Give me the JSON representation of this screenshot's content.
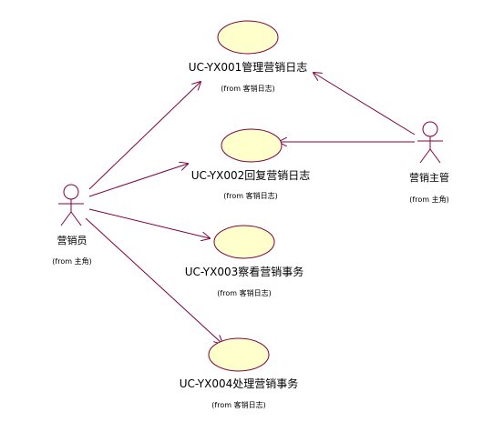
{
  "diagram": {
    "colors": {
      "usecase_fill": "#ffffcc",
      "usecase_stroke": "#800040",
      "actor_stroke": "#800040",
      "edge": "#800040",
      "text": "#000000"
    },
    "actors": [
      {
        "id": "salesman",
        "name": "营销员",
        "from": "(from 主角)"
      },
      {
        "id": "supervisor",
        "name": "营销主管",
        "from": "(from 主角)"
      }
    ],
    "usecases": [
      {
        "id": "uc1",
        "name": "UC-YX001管理营销日志",
        "from": "(from 客销日志)"
      },
      {
        "id": "uc2",
        "name": "UC-YX002回复营销日志",
        "from": "(from 客销日志)"
      },
      {
        "id": "uc3",
        "name": "UC-YX003察看营销事务",
        "from": "(from 客销日志)"
      },
      {
        "id": "uc4",
        "name": "UC-YX004处理营销事务",
        "from": "(from 客销日志)"
      }
    ],
    "edges": [
      {
        "from": "salesman",
        "to": "uc1"
      },
      {
        "from": "salesman",
        "to": "uc2"
      },
      {
        "from": "salesman",
        "to": "uc3"
      },
      {
        "from": "salesman",
        "to": "uc4"
      },
      {
        "from": "supervisor",
        "to": "uc1"
      },
      {
        "from": "supervisor",
        "to": "uc2"
      }
    ]
  }
}
